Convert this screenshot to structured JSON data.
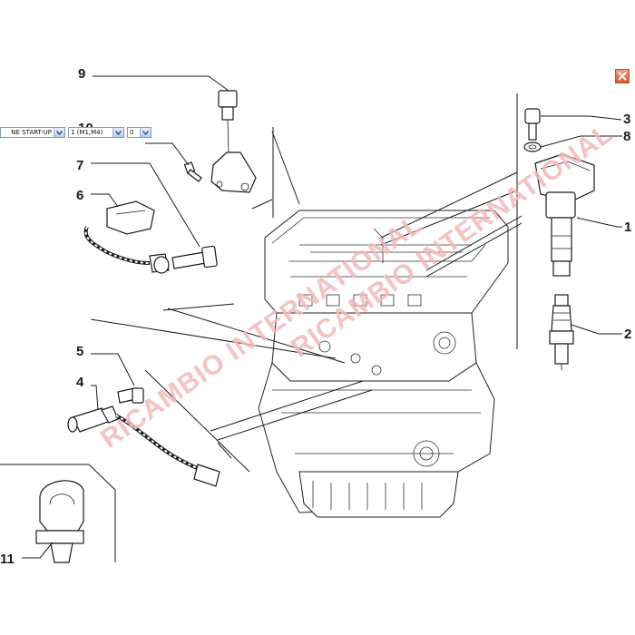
{
  "callouts": {
    "c1": "1",
    "c2": "2",
    "c3": "3",
    "c4": "4",
    "c5": "5",
    "c6": "6",
    "c7": "7",
    "c8": "8",
    "c9": "9",
    "c10": "10",
    "c11": "11"
  },
  "toolbar": {
    "select_1": "NE START-UP",
    "select_2": "1 (M1,M4)",
    "select_3": "0"
  },
  "watermark": "RICAMBIO INTERNATIONAL",
  "icons": {
    "close": "close-icon",
    "dropdown": "chevron-down-icon"
  },
  "colors": {
    "close_button": "#d6552d",
    "watermark": "#f2b9b9"
  }
}
